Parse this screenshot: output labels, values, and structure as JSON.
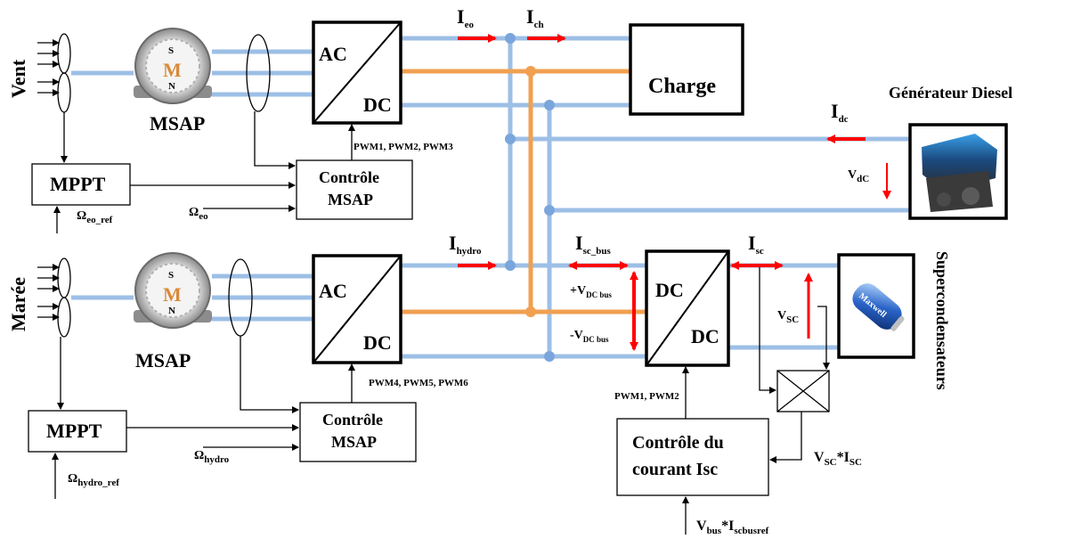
{
  "labels": {
    "vent": "Vent",
    "maree": "Marée",
    "msap_top": "MSAP",
    "msap_bottom": "MSAP",
    "mppt_top": "MPPT",
    "mppt_bottom": "MPPT",
    "ac_top": "AC",
    "dc_top": "DC",
    "ac_bottom": "AC",
    "dc_bottom": "DC",
    "dcdc_left": "DC",
    "dcdc_right": "DC",
    "pwm_top": "PWM1, PWM2, PWM3",
    "pwm_bottom": "PWM4, PWM5, PWM6",
    "pwm_dcdc": "PWM1, PWM2",
    "controle_top_1": "Contrôle",
    "controle_top_2": "MSAP",
    "controle_bottom_1": "Contrôle",
    "controle_bottom_2": "MSAP",
    "controle_isc_1": "Contrôle du",
    "controle_isc_2": "courant Isc",
    "charge": "Charge",
    "generateur": "Générateur Diesel",
    "supercondensateurs": "Supercondensateurs",
    "omega_eo_ref": {
      "main": "Ω",
      "sub": "eo_ref"
    },
    "omega_eo": {
      "main": "Ω",
      "sub": "eo"
    },
    "omega_hydro_ref": {
      "main": "Ω",
      "sub": "hydro_ref"
    },
    "omega_hydro": {
      "main": "Ω",
      "sub": "hydro"
    },
    "i_eo": {
      "main": "I",
      "sub": "eo"
    },
    "i_ch": {
      "main": "I",
      "sub": "ch"
    },
    "i_dc": {
      "main": "I",
      "sub": "dc"
    },
    "v_dc": {
      "main": "V",
      "sub": "dC"
    },
    "i_hydro": {
      "main": "I",
      "sub": "hydro"
    },
    "i_sc_bus": {
      "main": "I",
      "sub": "sc_bus"
    },
    "i_sc": {
      "main": "I",
      "sub": "sc"
    },
    "v_dcbus_plus": {
      "main": "+V",
      "sub": "DC bus"
    },
    "v_dcbus_minus": {
      "main": "-V",
      "sub": "DC bus"
    },
    "v_sc": {
      "main": "V",
      "sub": "SC"
    },
    "vsc_isc": {
      "a": "V",
      "asub": "SC",
      "b": "*I",
      "bsub": "SC"
    },
    "vbus_isc": {
      "a": "V",
      "asub": "bus",
      "b": "*I",
      "bsub": "scbusref"
    },
    "motor_letter_s": "S",
    "motor_letter_m": "M",
    "motor_letter_n": "N",
    "battery_brand": "Maxwell"
  },
  "colors": {
    "bus_blue": "#9dbfe6",
    "bus_orange": "#f0a050",
    "arrow_red": "#ff0000"
  }
}
